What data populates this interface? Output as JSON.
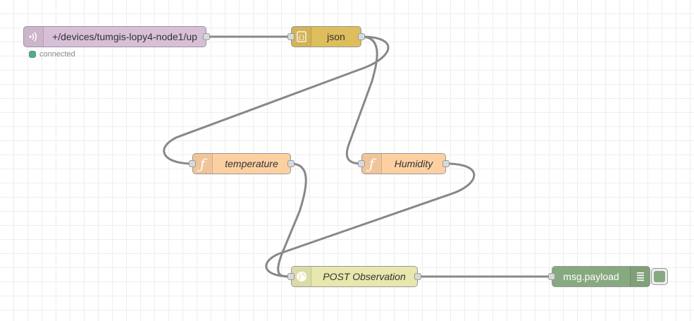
{
  "canvas": {
    "grid_color": "#eeeeee",
    "wire_color": "#888888"
  },
  "nodes": {
    "mqtt_in": {
      "label": "+/devices/tumgis-lopy4-node1/up",
      "icon": "mqtt-wireless-icon",
      "color": "#d8bfd8",
      "status_text": "connected",
      "status_color": "#5a8"
    },
    "json": {
      "label": "json",
      "icon": "json-braces-icon",
      "color": "#debd5c"
    },
    "temperature": {
      "label": "temperature",
      "icon": "function-icon",
      "color": "#fdd0a2"
    },
    "humidity": {
      "label": "Humidity",
      "icon": "function-icon",
      "color": "#fdd0a2"
    },
    "post": {
      "label": "POST Observation",
      "icon": "globe-icon",
      "color": "#e7e7ae"
    },
    "debug": {
      "label": "msg.payload",
      "icon": "debug-list-icon",
      "color": "#87a980"
    }
  }
}
